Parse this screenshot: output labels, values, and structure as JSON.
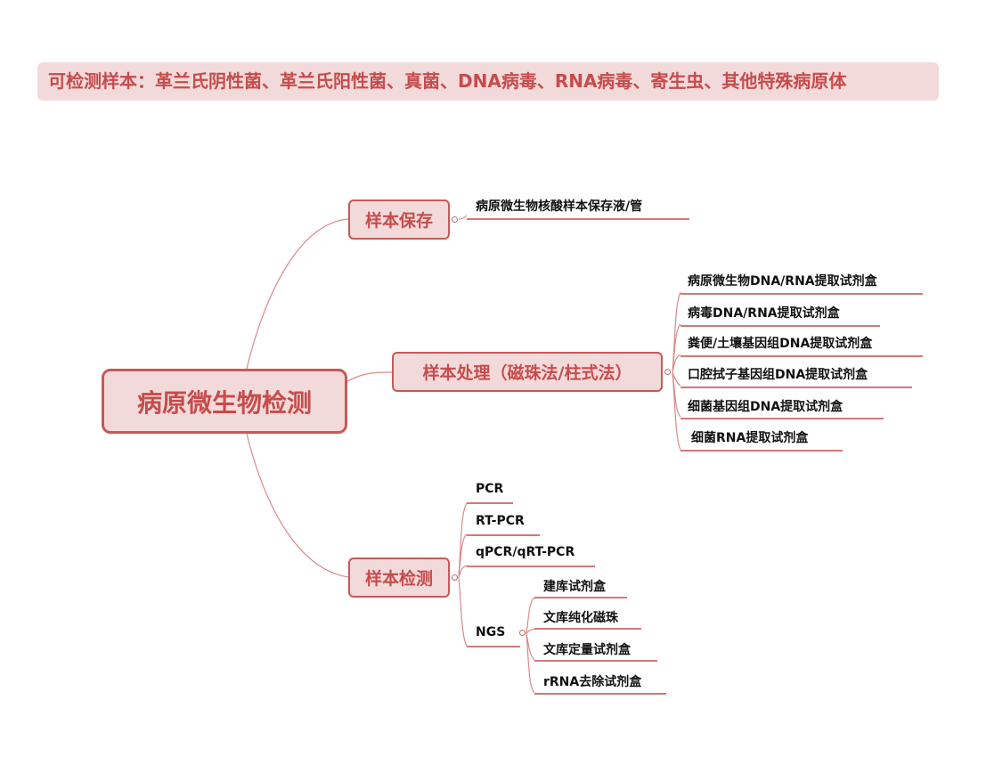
{
  "banner": "可检测样本：革兰氏阴性菌、革兰氏阳性菌、真菌、DNA病毒、RNA病毒、寄生虫、其他特殊病原体",
  "root": "病原微生物检测",
  "branches": {
    "storage": {
      "label": "样本保存",
      "children": [
        "病原微生物核酸样本保存液/管"
      ]
    },
    "processing": {
      "label": "样本处理（磁珠法/柱式法）",
      "children": [
        "病原微生物DNA/RNA提取试剂盒",
        "病毒DNA/RNA提取试剂盒",
        "粪便/土壤基因组DNA提取试剂盒",
        "口腔拭子基因组DNA提取试剂盒",
        "细菌基因组DNA提取试剂盒",
        "细菌RNA提取试剂盒"
      ]
    },
    "detection": {
      "label": "样本检测",
      "children": [
        "PCR",
        "RT-PCR",
        "qPCR/qRT-PCR",
        "NGS"
      ],
      "ngs_children": [
        "建库试剂盒",
        "文库纯化磁珠",
        "文库定量试剂盒",
        "rRNA去除试剂盒"
      ]
    }
  },
  "colors": {
    "accent": "#c64c4c",
    "fill": "#f3dada",
    "line": "#d98a8a"
  }
}
